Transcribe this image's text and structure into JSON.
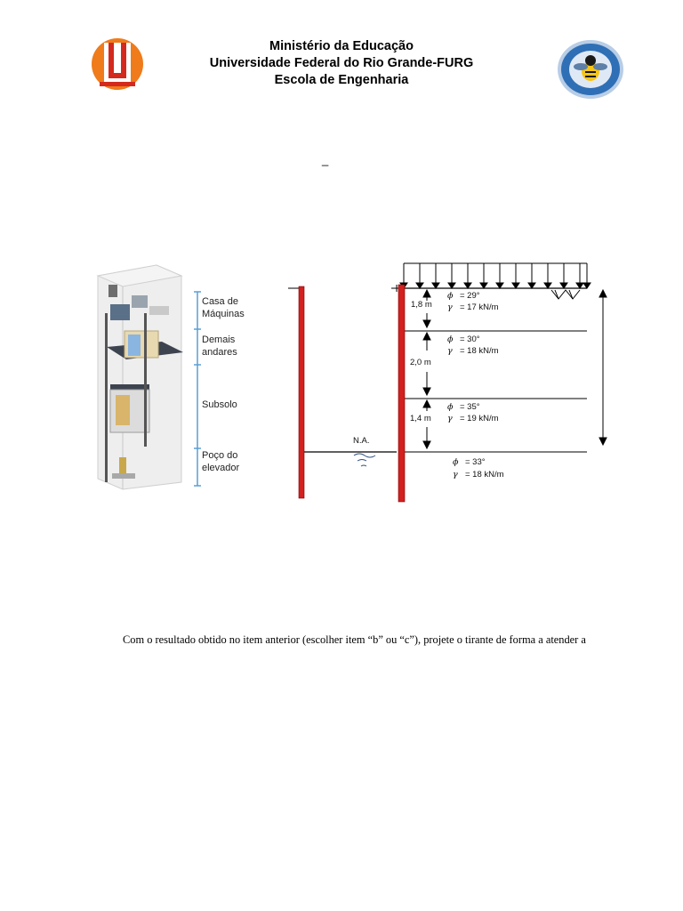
{
  "header": {
    "line1": "Ministério da Educação",
    "line2": "Universidade Federal do Rio Grande-FURG",
    "line3": "Escola de Engenharia"
  },
  "dash": "_",
  "elevator": {
    "labels": [
      "Casa de\nMáquinas",
      "Demais\nandares",
      "Subsolo",
      "Poço do\nelevador"
    ]
  },
  "section": {
    "water_level": "N.A.",
    "thicknesses": [
      "1,8 m",
      "2,0 m",
      "1,4 m"
    ],
    "layers": [
      {
        "phi": "= 29°",
        "gamma": "= 17 kN/m"
      },
      {
        "phi": "= 30°",
        "gamma": "= 18 kN/m"
      },
      {
        "phi": "= 35°",
        "gamma": "= 19 kN/m"
      },
      {
        "phi": "= 33°",
        "gamma": "= 18 kN/m"
      }
    ],
    "phi_symbol": "ϕ",
    "gamma_symbol": "γ"
  },
  "body": {
    "sentence": "Com o resultado obtido no item anterior (escolher item “b” ou “c”), projete o tirante de forma a atender a"
  },
  "colors": {
    "wall_red": "#d42020",
    "logo_orange": "#ef7b1a",
    "logo_red": "#d42a1e",
    "seal_blue": "#2f6fb5",
    "guide_blue": "#5a9fd4"
  }
}
